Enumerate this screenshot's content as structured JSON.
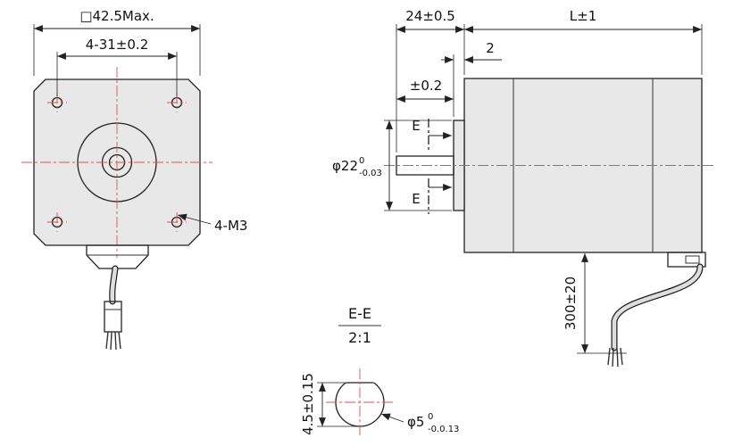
{
  "front_view": {
    "dim_square": "□42.5Max.",
    "dim_holes": "4-31±0.2",
    "label_thread": "4-M3"
  },
  "side_view": {
    "dim_front": "24±0.5",
    "dim_length": "L±1",
    "dim_boss_width": "2",
    "dim_shaft_tol": "±0.2",
    "section_mark": "E",
    "boss_dia": {
      "main": "φ22",
      "sup": "0",
      "sub": "-0.03"
    },
    "dim_wire_length": "300±20"
  },
  "section_view": {
    "title": "E-E",
    "scale": "2:1",
    "dim_flat": "4.5±0.15",
    "dia": {
      "main": "φ5",
      "sup": "0",
      "sub": "-0.0.13"
    }
  },
  "colors": {
    "centerline": "#e05151",
    "body_fill": "#e8e8e8",
    "line": "#222222"
  }
}
